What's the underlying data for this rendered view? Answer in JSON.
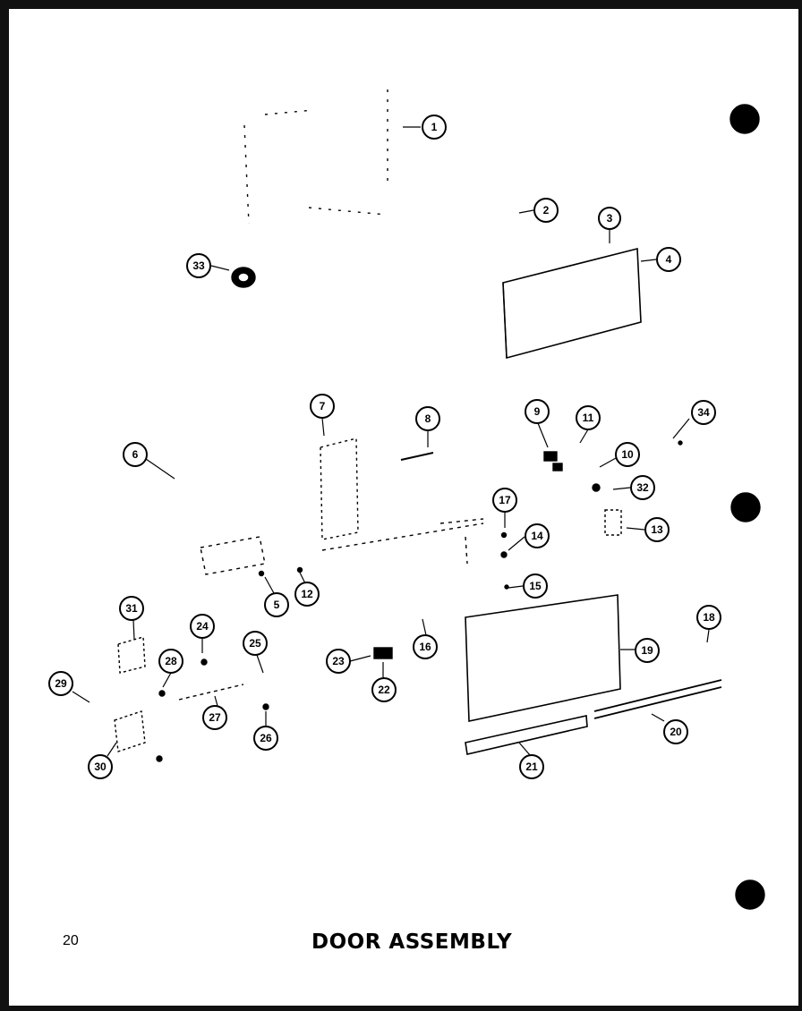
{
  "page": {
    "number": "20",
    "title": "DOOR ASSEMBLY"
  },
  "callouts": [
    "1",
    "2",
    "3",
    "4",
    "5",
    "6",
    "7",
    "8",
    "9",
    "10",
    "11",
    "12",
    "13",
    "14",
    "15",
    "16",
    "17",
    "18",
    "19",
    "20",
    "21",
    "22",
    "23",
    "24",
    "25",
    "26",
    "27",
    "28",
    "29",
    "30",
    "31",
    "32",
    "33",
    "34"
  ],
  "colors": {
    "ink": "#000000",
    "paper": "#ffffff",
    "border": "#111111"
  }
}
